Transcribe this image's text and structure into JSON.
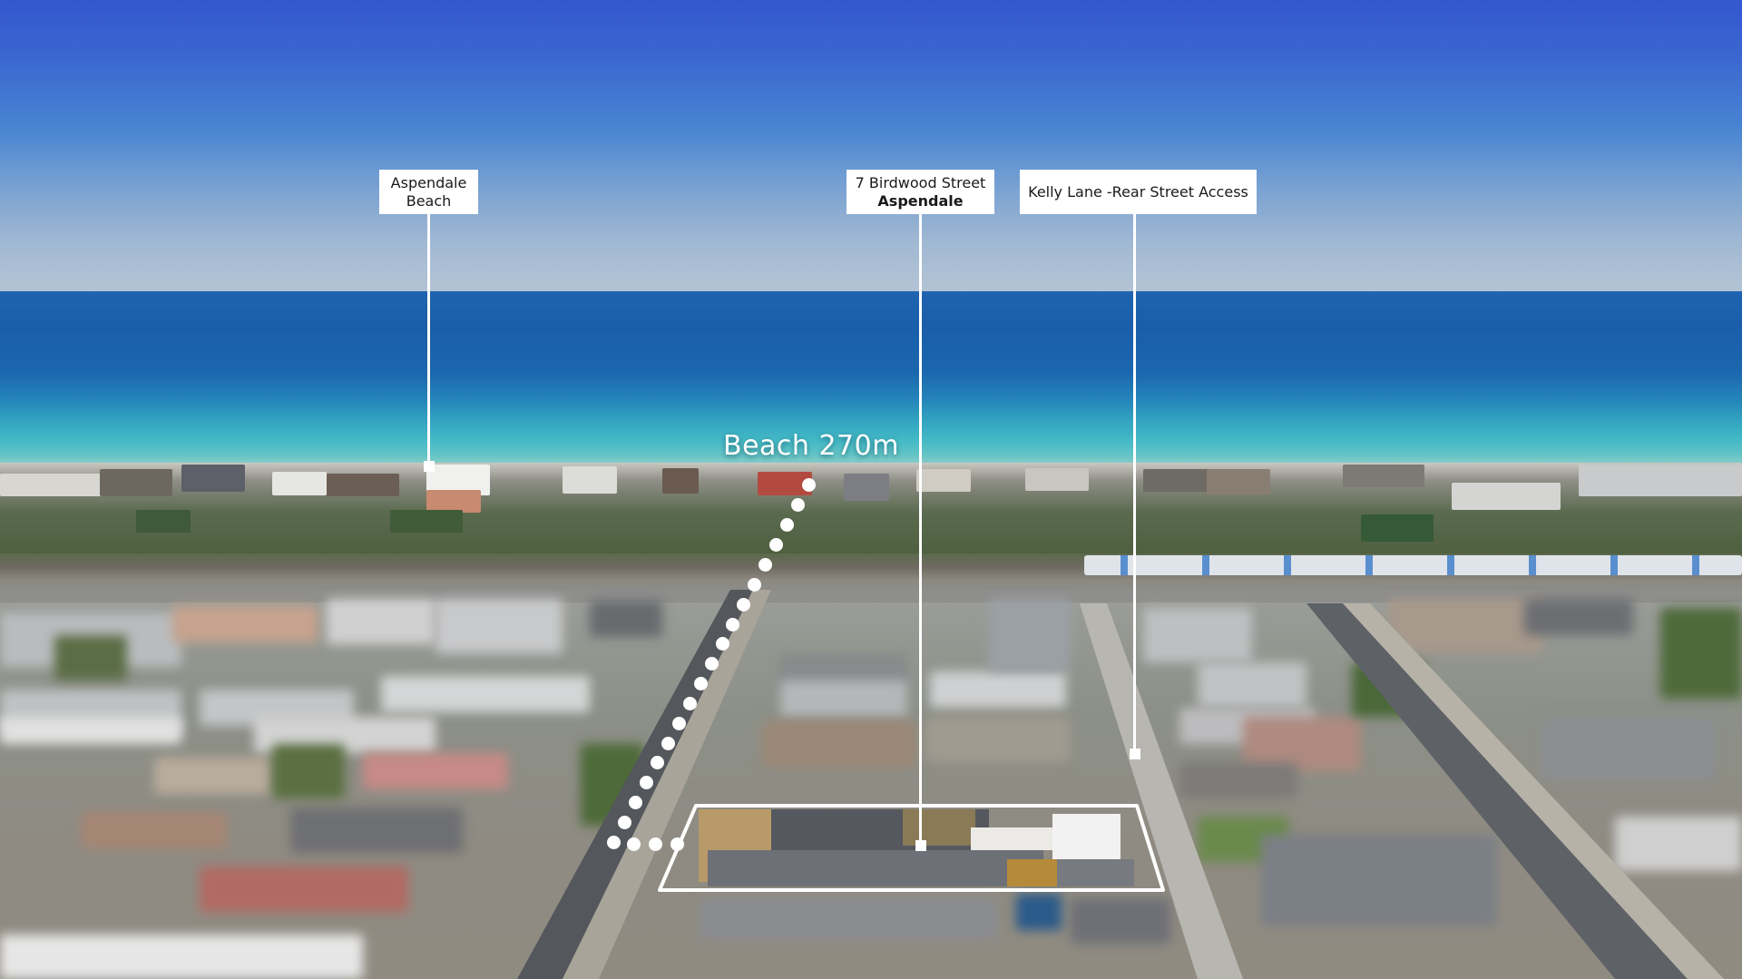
{
  "scene": {
    "description": "Aerial drone photo of coastal suburb with sea and sky; property outlined",
    "colors": {
      "sky_top": "#3457cf",
      "sky_horizon": "#b4c4d4",
      "sea_deep": "#1a5ea9",
      "sea_shallow": "#45bac6",
      "annotation": "#ffffff"
    }
  },
  "labels": {
    "beach": {
      "line1": "Aspendale",
      "line2": "Beach"
    },
    "property": {
      "line1": "7 Birdwood Street",
      "line2": "Aspendale"
    },
    "rear_access": {
      "text": "Kelly Lane -Rear Street Access"
    }
  },
  "distance": {
    "text": "Beach 270m"
  }
}
